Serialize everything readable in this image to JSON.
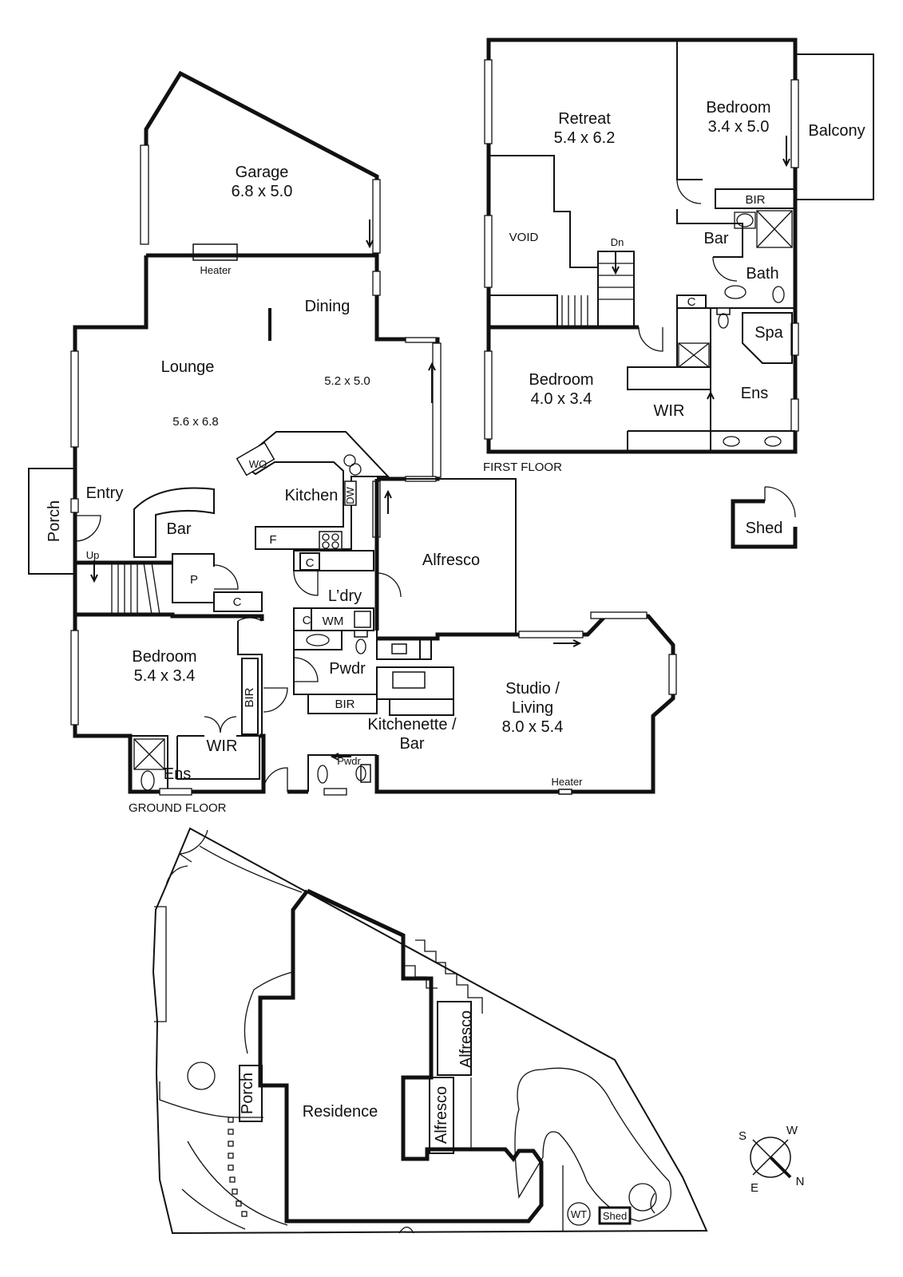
{
  "ground_floor": {
    "caption": "GROUND FLOOR",
    "garage": {
      "name": "Garage",
      "size": "6.8 x 5.0"
    },
    "heater_top": "Heater",
    "dining": {
      "name": "Dining",
      "size": "5.2 x 5.0"
    },
    "lounge": {
      "name": "Lounge",
      "size": "5.6 x 6.8"
    },
    "kitchen": "Kitchen",
    "wo": "WO",
    "dw": "DW",
    "fridge": "F",
    "entry": "Entry",
    "porch": "Porch",
    "bar": "Bar",
    "up": "Up",
    "pantry": "P",
    "cupboard": "C",
    "laundry": "L’dry",
    "wm": "WM",
    "pwdr": "Pwdr",
    "bir": "BIR",
    "alfresco": "Alfresco",
    "bedroom": {
      "name": "Bedroom",
      "size": "5.4 x 3.4"
    },
    "wir": "WIR",
    "ens": "Ens",
    "kitchenette": [
      "Kitchenette /",
      "Bar"
    ],
    "pwdr_small": "Pwdr",
    "studio": {
      "line1": "Studio /",
      "line2": "Living",
      "size": "8.0 x 5.4"
    },
    "heater_bottom": "Heater"
  },
  "first_floor": {
    "caption": "FIRST FLOOR",
    "retreat": {
      "name": "Retreat",
      "size": "5.4 x 6.2"
    },
    "bedroom1": {
      "name": "Bedroom",
      "size": "3.4 x 5.0"
    },
    "balcony": "Balcony",
    "bir": "BIR",
    "void": "VOID",
    "dn": "Dn",
    "bar": "Bar",
    "bath": "Bath",
    "cupboard": "C",
    "spa": "Spa",
    "bedroom2": {
      "name": "Bedroom",
      "size": "4.0 x 3.4"
    },
    "wir": "WIR",
    "ens": "Ens"
  },
  "shed": "Shed",
  "site_plan": {
    "residence": "Residence",
    "porch": "Porch",
    "alfresco_a": "Alfresco",
    "alfresco_b": "Alfresco",
    "wt": "WT",
    "shed": "Shed"
  },
  "compass": {
    "s": "S",
    "w": "W",
    "e": "E",
    "n": "N"
  }
}
